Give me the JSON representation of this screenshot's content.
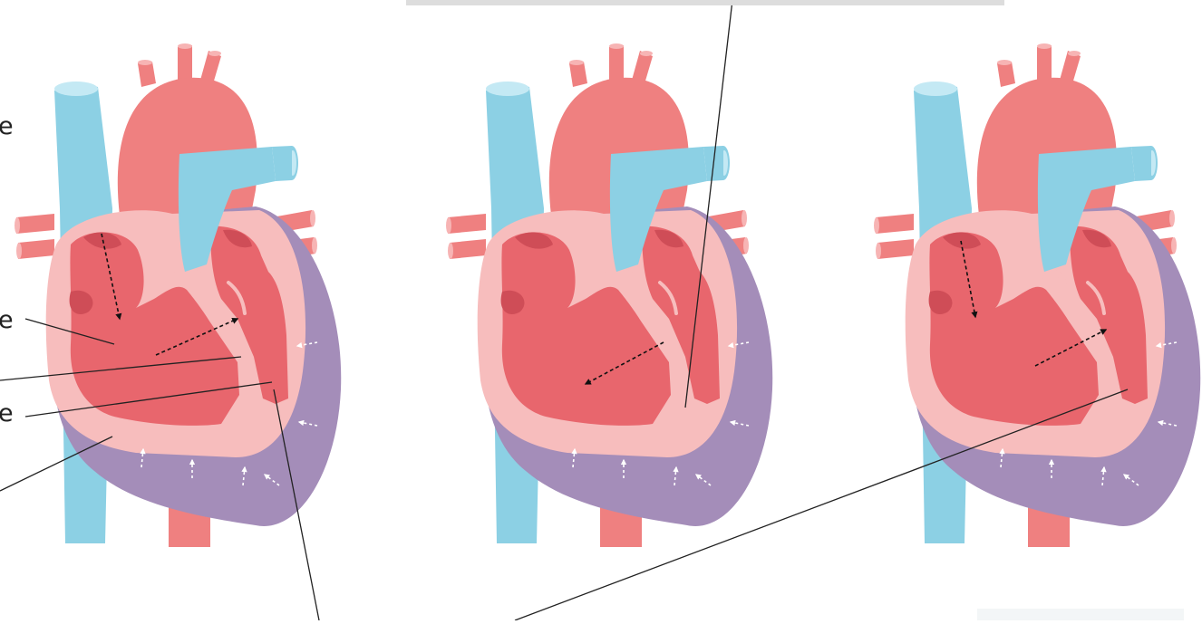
{
  "colors": {
    "vessel_blue": "#8cd0e4",
    "vessel_blue_light": "#c4e9f4",
    "aorta_red": "#ef8080",
    "aorta_red_light": "#f7b4b4",
    "myocardium_purple": "#a48db9",
    "endocardium_pink": "#f7bdbd",
    "chamber_red": "#e8666d",
    "chamber_red_dark": "#cf4d57",
    "arrow_black": "#111111",
    "arrow_white": "#ffffff",
    "leader_line": "#222222",
    "label_text": "#222222"
  },
  "label_fragments": [
    {
      "text": "e"
    },
    {
      "text": "e"
    },
    {
      "text": "e"
    }
  ],
  "icons": {
    "heart": "heart-illustration",
    "flow_arrow": "dashed-arrow-icon",
    "contraction_arrow": "contraction-arrow-icon"
  },
  "panels": [
    {
      "name": "heart-panel-1",
      "flow": "atrium-to-ventricle-and-outflow"
    },
    {
      "name": "heart-panel-2",
      "flow": "ventricular-septum"
    },
    {
      "name": "heart-panel-3",
      "flow": "atrium-to-ventricle-and-outflow"
    }
  ]
}
